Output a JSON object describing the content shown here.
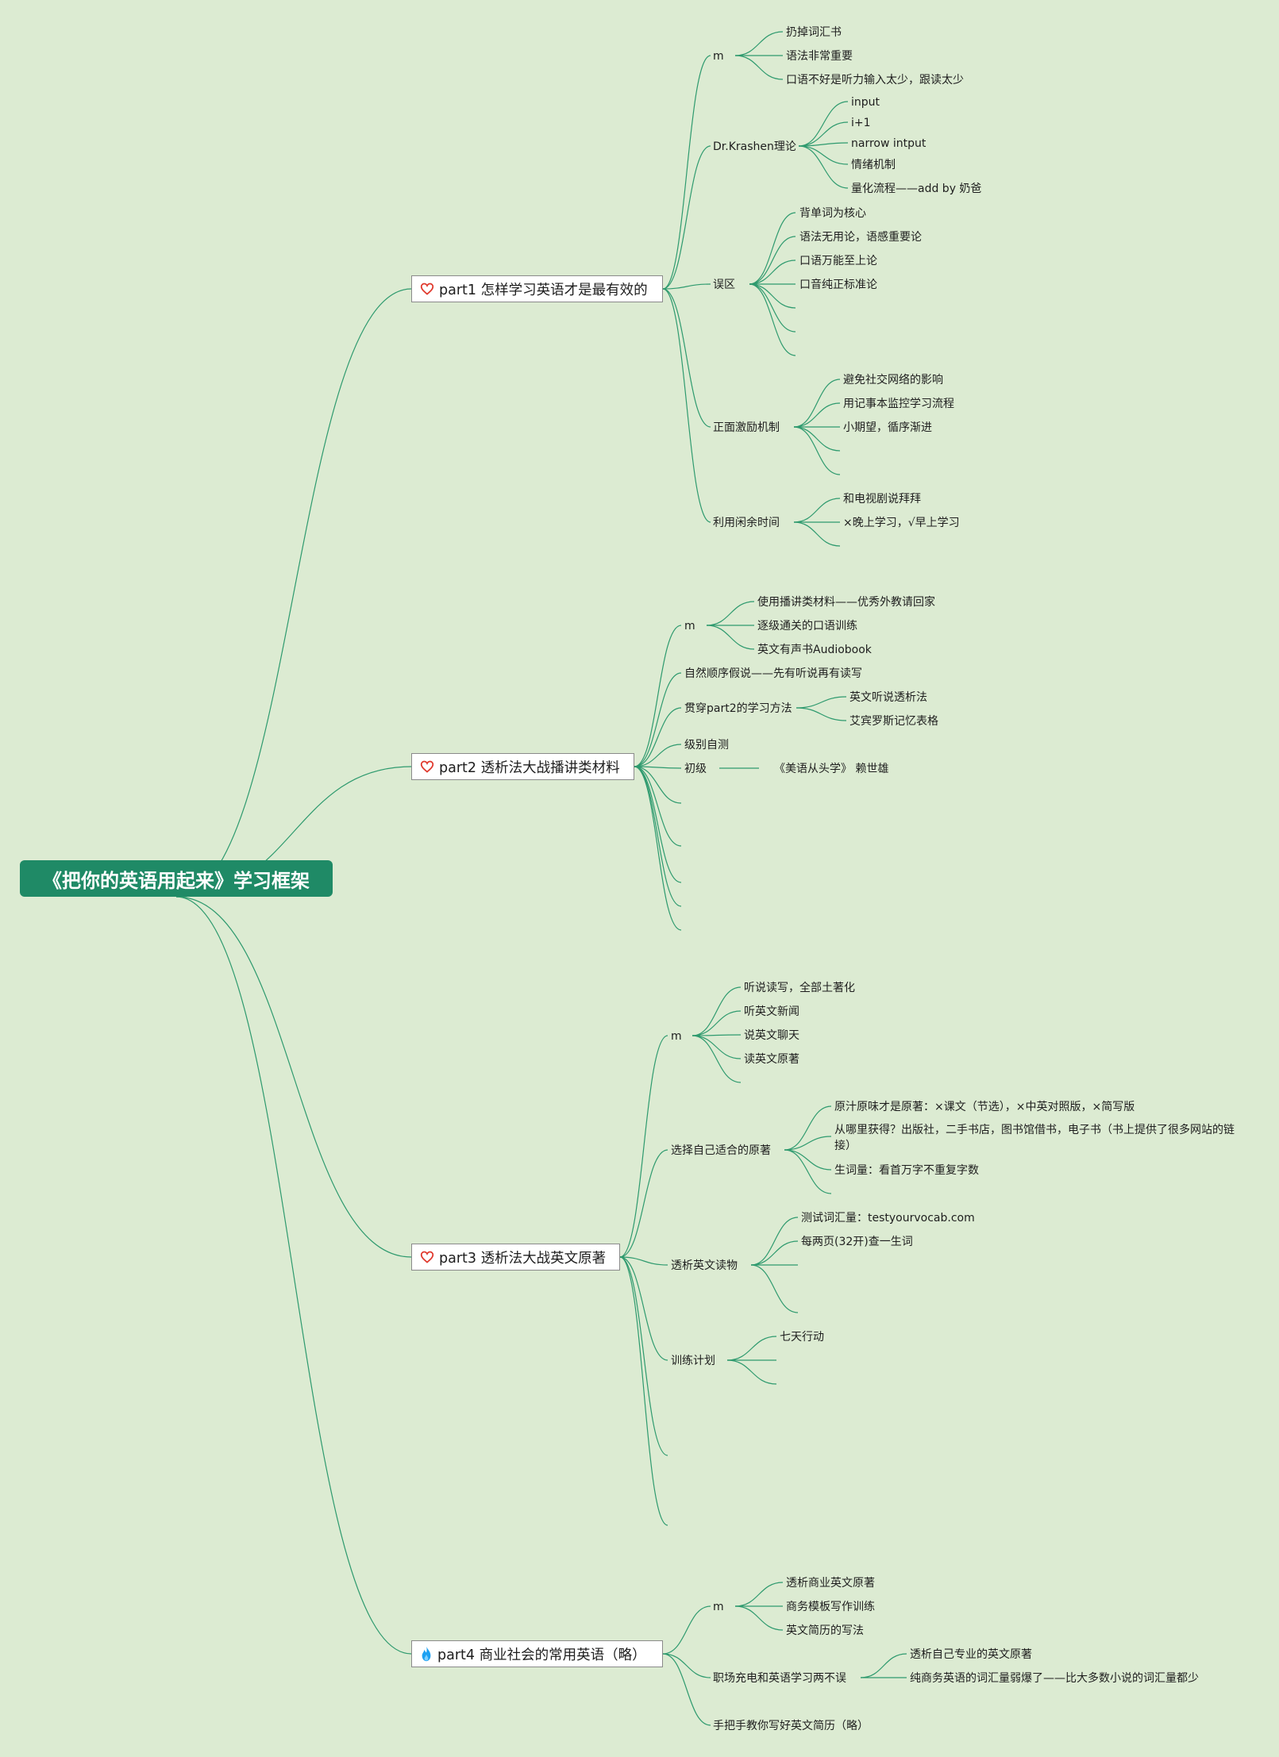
{
  "colors": {
    "background": "#dcebd2",
    "root": "#1f8a66",
    "line": "#2e9a6e",
    "heart": "#e0392d",
    "flame": "#1da1f2"
  },
  "root": {
    "title": "《把你的英语用起来》学习框架"
  },
  "parts": [
    {
      "icon": "heart-icon",
      "title": "part1 怎样学习英语才是最有效的"
    },
    {
      "icon": "heart-icon",
      "title": "part2 透析法大战播讲类材料"
    },
    {
      "icon": "heart-icon",
      "title": "part3 透析法大战英文原著"
    },
    {
      "icon": "flame-icon",
      "title": "part4 商业社会的常用英语（略）"
    }
  ],
  "branches": {
    "p1": [
      {
        "label": "m",
        "children": [
          "扔掉词汇书",
          "语法非常重要",
          "口语不好是听力输入太少，跟读太少"
        ]
      },
      {
        "label": "Dr.Krashen理论",
        "children": [
          "input",
          "i+1",
          "narrow intput",
          "情绪机制",
          "量化流程——add by 奶爸"
        ]
      },
      {
        "label": "误区",
        "children": [
          "背单词为核心",
          "语法无用论，语感重要论",
          "口语万能至上论",
          "口音纯正标准论",
          "",
          "",
          ""
        ]
      },
      {
        "label": "正面激励机制",
        "children": [
          "避免社交网络的影响",
          "用记事本监控学习流程",
          "小期望，循序渐进",
          "",
          ""
        ]
      },
      {
        "label": "利用闲余时间",
        "children": [
          "和电视剧说拜拜",
          "×晚上学习，√早上学习",
          ""
        ]
      }
    ],
    "p2": [
      {
        "label": "m",
        "children": [
          "使用播讲类材料——优秀外教请回家",
          "逐级通关的口语训练",
          "英文有声书Audiobook"
        ]
      },
      {
        "label": "自然顺序假说——先有听说再有读写",
        "children": []
      },
      {
        "label": "贯穿part2的学习方法",
        "children": [
          "英文听说透析法",
          "艾宾罗斯记忆表格"
        ]
      },
      {
        "label": "级别自测",
        "children": []
      },
      {
        "label": "初级",
        "children": [
          "《美语从头学》 赖世雄"
        ]
      },
      {
        "label": "",
        "children": []
      },
      {
        "label": "",
        "children": []
      },
      {
        "label": "",
        "children": []
      },
      {
        "label": "",
        "children": []
      },
      {
        "label": "",
        "children": []
      },
      {
        "label": "",
        "children": []
      }
    ],
    "p3": [
      {
        "label": "m",
        "children": [
          "听说读写，全部土著化",
          "听英文新闻",
          "说英文聊天",
          "读英文原著",
          ""
        ]
      },
      {
        "label": "选择自己适合的原著",
        "children": [
          "原汁原味才是原著：×课文（节选），×中英对照版，×简写版",
          "从哪里获得？出版社，二手书店，图书馆借书，电子书（书上提供了很多网站的链接）",
          "生词量：看首万字不重复字数",
          ""
        ]
      },
      {
        "label": "透析英文读物",
        "children": [
          "测试词汇量：testyourvocab.com",
          "每两页(32开)查一生词",
          "",
          ""
        ]
      },
      {
        "label": "训练计划",
        "children": [
          "七天行动",
          "",
          ""
        ]
      },
      {
        "label": "",
        "children": []
      },
      {
        "label": "",
        "children": []
      }
    ],
    "p4": [
      {
        "label": "m",
        "children": [
          "透析商业英文原著",
          "商务模板写作训练",
          "英文简历的写法"
        ]
      },
      {
        "label": "职场充电和英语学习两不误",
        "children": [
          "透析自己专业的英文原著",
          "纯商务英语的词汇量弱爆了——比大多数小说的词汇量都少"
        ]
      },
      {
        "label": "手把手教你写好英文简历（略）",
        "children": []
      }
    ]
  }
}
